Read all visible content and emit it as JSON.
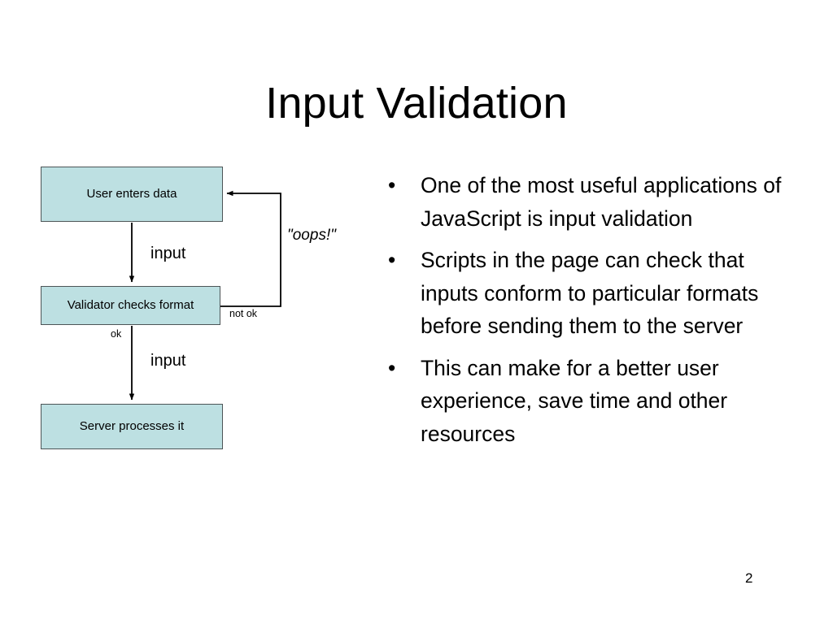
{
  "slide": {
    "title": "Input Validation",
    "page_number": "2",
    "background_color": "#ffffff"
  },
  "diagram": {
    "name": "input-validation-flow",
    "box_fill_color": "#bde0e2",
    "box_border_color": "#4d5557",
    "nodes": [
      {
        "id": "user",
        "label": "User enters data"
      },
      {
        "id": "validator",
        "label": "Validator checks format"
      },
      {
        "id": "server",
        "label": "Server processes it"
      }
    ],
    "edges": [
      {
        "id": "user-to-validator",
        "label": "input",
        "from": "user",
        "to": "validator"
      },
      {
        "id": "validator-branch-ok",
        "label": "ok",
        "from": "validator",
        "to": "server"
      },
      {
        "id": "validator-to-server",
        "label": "input",
        "from": "validator",
        "to": "server"
      },
      {
        "id": "validator-not-ok",
        "label": "not ok",
        "from": "validator",
        "to": "user"
      },
      {
        "id": "feedback-oops",
        "label": "\"oops!\"",
        "from": "validator",
        "to": "user"
      }
    ]
  },
  "content": {
    "bullet_marker": "•",
    "bullets": [
      "One of the most useful applications of JavaScript is input validation",
      "Scripts in the page can check that inputs conform to particular formats before sending them to the server",
      "This can make for a better user experience, save time and other resources"
    ]
  }
}
